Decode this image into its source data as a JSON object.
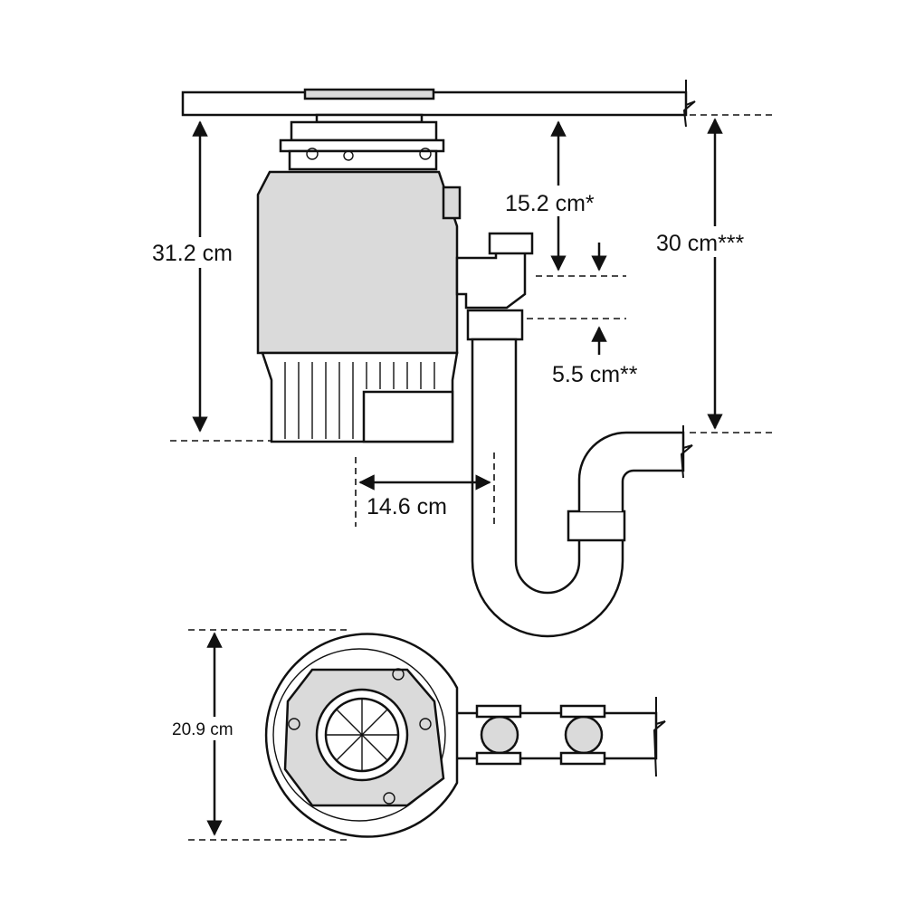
{
  "side_view": {
    "height_label": "31.2 cm",
    "inlet_drop_label": "15.2 cm*",
    "drain_height_label": "30 cm***",
    "outlet_offset_label": "5.5 cm**",
    "horizontal_offset_label": "14.6 cm"
  },
  "top_view": {
    "diameter_label": "20.9 cm"
  }
}
